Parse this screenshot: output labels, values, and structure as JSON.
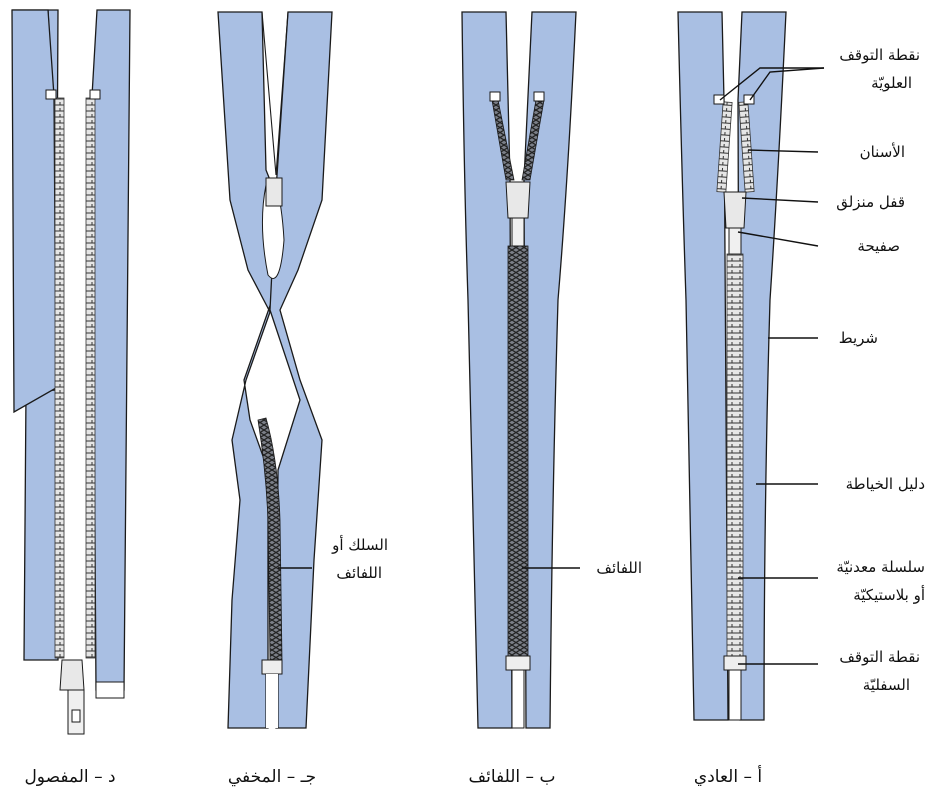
{
  "colors": {
    "tape": "#a9bfe3",
    "outline": "#1a1a1a",
    "teeth": "#d9d9d9",
    "background": "#ffffff"
  },
  "captions": {
    "d": "د – المفصول",
    "c": "جـ – المخفي",
    "b": "ب – اللفائف",
    "a": "أ – العادي"
  },
  "labels": {
    "top_stop_1": "نقطة التوقف",
    "top_stop_2": "العلويّة",
    "teeth": "الأسنان",
    "slider": "قفل منزلق",
    "pull_tab": "صفيحة",
    "tape": "شريط",
    "stitch_guide": "دليل الخياطة",
    "chain_1": "سلسلة معدنيّة",
    "chain_2": "أو بلاستيكيّة",
    "bottom_stop_1": "نقطة التوقف",
    "bottom_stop_2": "السفليّة",
    "coil_b": "اللفائف",
    "coil_c_1": "السلك أو",
    "coil_c_2": "اللفائف"
  }
}
